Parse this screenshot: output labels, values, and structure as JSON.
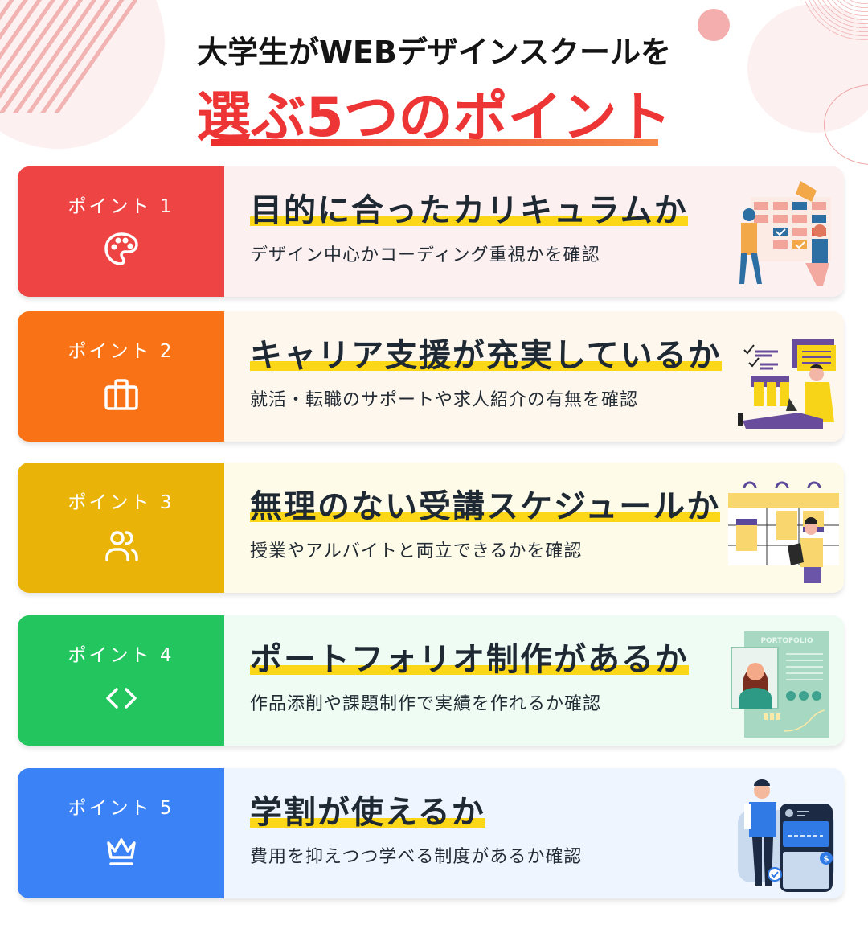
{
  "header": {
    "subtitle": "大学生がWEBデザインスクールを",
    "title": "選ぶ5つのポイント",
    "accent_color": "#ee3535",
    "underline_gradient": [
      "#ec2d2d",
      "#f78a4a"
    ]
  },
  "points": [
    {
      "label": "ポイント 1",
      "icon": "palette-icon",
      "color": "#ef4444",
      "title": "目的に合ったカリキュラムか",
      "description": "デザイン中心かコーディング重視かを確認",
      "illustration": "schedule-board-illustration"
    },
    {
      "label": "ポイント 2",
      "icon": "briefcase-icon",
      "color": "#f97316",
      "title": "キャリア支援が充実しているか",
      "description": "就活・転職のサポートや求人紹介の有無を確認",
      "illustration": "laptop-worker-illustration"
    },
    {
      "label": "ポイント 3",
      "icon": "users-icon",
      "color": "#eab308",
      "title": "無理のない受講スケジュールか",
      "description": "授業やアルバイトと両立できるかを確認",
      "illustration": "calendar-illustration"
    },
    {
      "label": "ポイント 4",
      "icon": "code-icon",
      "color": "#22c55e",
      "title": "ポートフォリオ制作があるか",
      "description": "作品添削や課題制作で実績を作れるか確認",
      "illustration": "portfolio-illustration",
      "illustration_text": "PORTOFOLIO"
    },
    {
      "label": "ポイント 5",
      "icon": "crown-icon",
      "color": "#3b82f6",
      "title": "学割が使えるか",
      "description": "費用を抑えつつ学べる制度があるか確認",
      "illustration": "payment-phone-illustration",
      "illustration_text": "$"
    }
  ],
  "highlight_color": "#fbd718"
}
